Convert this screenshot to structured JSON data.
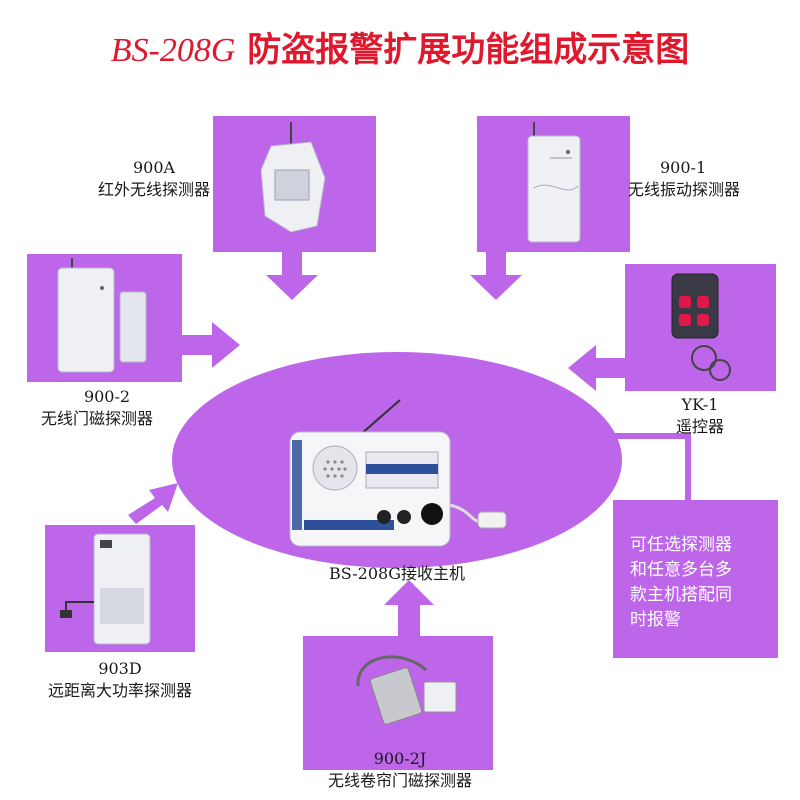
{
  "title": {
    "model": "BS-208G",
    "text": "防盗报警扩展功能组成示意图"
  },
  "colors": {
    "panel": "#bd66ea",
    "title": "#e0182d"
  },
  "devices": {
    "d900a": {
      "model": "900A",
      "name": "红外无线探测器"
    },
    "d9001": {
      "model": "900-1",
      "name": "无线振动探测器"
    },
    "d9002": {
      "model": "900-2",
      "name": "无线门磁探测器"
    },
    "yk1": {
      "model": "YK-1",
      "name": "遥控器"
    },
    "d903d": {
      "model": "903D",
      "name": "远距离大功率探测器"
    },
    "d9002j": {
      "model": "900-2J",
      "name": "无线卷帘门磁探测器"
    }
  },
  "host": {
    "label": "BS-208G接收主机"
  },
  "note": {
    "lines": [
      "可任选探测器",
      "和任意多台多",
      "款主机搭配同",
      "时报警"
    ]
  }
}
